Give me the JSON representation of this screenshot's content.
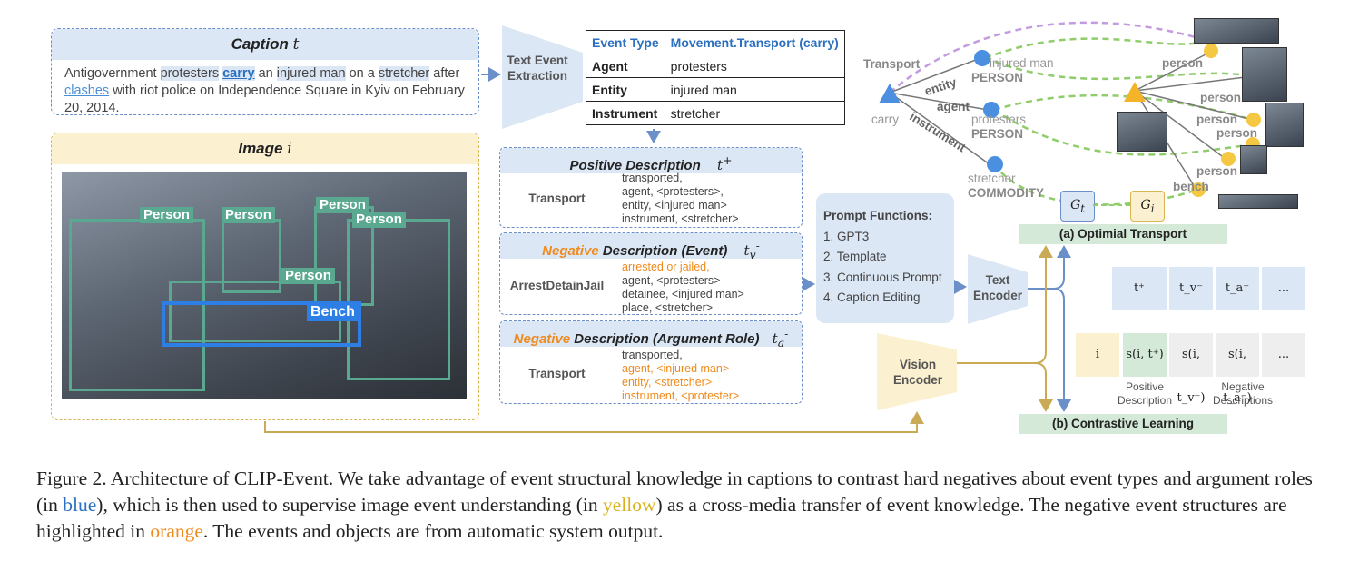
{
  "caption_panel": {
    "title": "Caption",
    "title_var": "t",
    "text": {
      "w1": "Antigovernment ",
      "protesters": "protesters",
      "sp1": " ",
      "carry": "carry",
      "w2": " an ",
      "injured_man": "injured man",
      "w3": " on a ",
      "stretcher": "stretcher",
      "w4": " after",
      "clashes": "clashes",
      "w5": " with riot police on Independence Square in Kyiv on February 20, 2014."
    }
  },
  "image_panel": {
    "title": "Image",
    "title_var": "i",
    "boxes": {
      "person1": "Person",
      "person2": "Person",
      "person3": "Person",
      "person4": "Person",
      "person5": "Person",
      "bench": "Bench"
    }
  },
  "extraction": {
    "label": "Text Event Extraction"
  },
  "event_table": {
    "header": {
      "key": "Event Type",
      "value": "Movement.Transport (carry)"
    },
    "rows": [
      {
        "key": "Agent",
        "value": "protesters"
      },
      {
        "key": "Entity",
        "value": "injured man"
      },
      {
        "key": "Instrument",
        "value": "stretcher"
      }
    ]
  },
  "positive": {
    "title": "Positive Description",
    "var": "t",
    "sup": "+",
    "role": "Transport",
    "lines": [
      "transported,",
      "agent, <protesters>,",
      "entity, <injured man>",
      "instrument, <stretcher>"
    ]
  },
  "negative_event": {
    "title_neg": "Negative",
    "title_rest": " Description (Event)",
    "var": "t",
    "sub": "v",
    "sup": "-",
    "role": "ArrestDetainJail",
    "lines": [
      "arrested or jailed,",
      "agent, <protesters>",
      "detainee, <injured man>",
      "place, <stretcher>"
    ]
  },
  "negative_arg": {
    "title_neg": "Negative",
    "title_rest": " Description (Argument Role)",
    "var": "t",
    "sub": "a",
    "sup": "-",
    "role": "Transport",
    "lines": [
      "transported,",
      "agent, <injured man>",
      "entity, <stretcher>",
      "instrument, <protester>"
    ]
  },
  "prompt": {
    "title": "Prompt Functions:",
    "items": [
      "1. GPT3",
      "2. Template",
      "3. Continuous Prompt",
      "4. Caption Editing"
    ]
  },
  "text_encoder": "Text Encoder",
  "vision_encoder": "Vision Encoder",
  "graph": {
    "transport": "Transport",
    "carry": "carry",
    "entity": "entity",
    "agent": "agent",
    "instrument": "instrument",
    "injured_man": "injured man",
    "person_a": "PERSON",
    "protesters": "protesters",
    "person_b": "PERSON",
    "stretcher": "stretcher",
    "commodity": "COMMODITY",
    "img_person1": "person",
    "img_person2": "person",
    "img_person3": "person",
    "img_person4": "person",
    "img_person5": "person",
    "img_bench": "bench",
    "gt": "G",
    "gt_sub": "t",
    "gi": "G",
    "gi_sub": "i"
  },
  "ot_label": "(a) Optimial Transport",
  "cl_label": "(b) Contrastive Learning",
  "cl_grid": {
    "t_plus": "t⁺",
    "t_v": "t_v⁻",
    "t_a": "t_a⁻",
    "more_top": "...",
    "i": "i",
    "s_pos": "s(i, t⁺)",
    "s_v": "s(i, t_v⁻)",
    "s_a": "s(i, t_a⁻)",
    "more_bot": "...",
    "pos_desc": "Positive Description",
    "neg_desc": "Negative Descriptions"
  },
  "figure_caption": {
    "p1": "Figure 2. Architecture of CLIP-Event. We take advantage of event structural knowledge in captions to contrast hard negatives about event types and argument roles (in ",
    "blue": "blue",
    "p2": "), which is then used to supervise image event understanding (in ",
    "yellow": "yellow",
    "p3": ") as a cross-media transfer of event knowledge. The negative event structures are highlighted in ",
    "orange": "orange",
    "p4": ". The events and objects are from automatic system output."
  },
  "colors": {
    "blue": "#2a6fc0",
    "yellow": "#d8b21e",
    "orange": "#f08a1c",
    "green": "#5aa88f",
    "light_blue": "#dce7f6",
    "light_yellow": "#fbf0cf",
    "light_green": "#d4e9d8"
  }
}
